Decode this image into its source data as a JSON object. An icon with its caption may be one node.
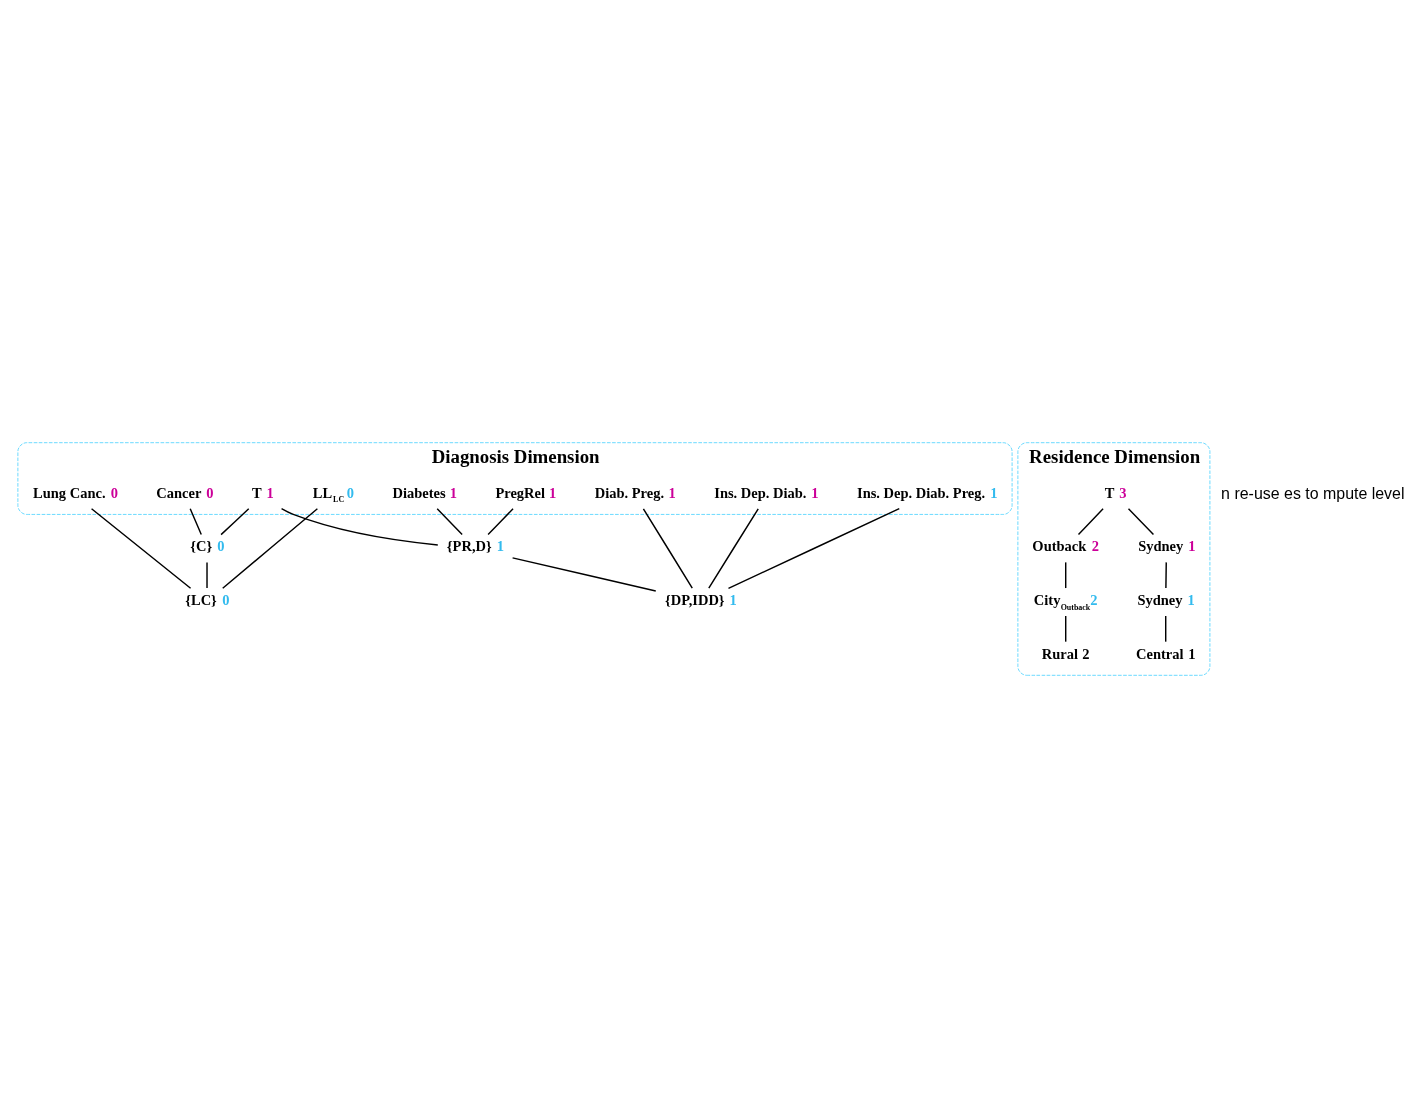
{
  "diagram": {
    "nodes": [
      {
        "text": [
          "Diagnosis Dimension"
        ]
      },
      {
        "text": [
          "T"
        ],
        "in": 0,
        "beside": [
          "1"
        ]
      },
      {
        "text": [
          "Cancer"
        ],
        "in": 0,
        "beside": [
          "0"
        ]
      },
      {
        "text": [
          "PregRel"
        ],
        "in": 0,
        "beside": [
          "1"
        ]
      },
      {
        "text": [
          "Diabetes"
        ],
        "in": 0,
        "beside": [
          "1"
        ]
      },
      {
        "text": [
          "{C}"
        ],
        "beside": [
          "0"
        ]
      },
      {
        "text": [
          "{PR,D}"
        ],
        "beside": [
          "1"
        ]
      },
      {
        "text": [
          "Lung Canc."
        ],
        "in": 0,
        "beside": [
          "0"
        ]
      },
      {
        "text": [
          "Diab. Preg."
        ],
        "in": 0,
        "beside": [
          "1"
        ]
      },
      {
        "text": [
          "Ins. Dep. Diab."
        ],
        "in": 0,
        "beside": [
          "1"
        ]
      },
      {
        "text": [
          "{LC}"
        ],
        "beside": [
          "0"
        ]
      },
      {
        "text": [
          "{DP,IDD}"
        ],
        "beside": [
          "1"
        ]
      },
      {
        "text": [
          "LL$_{LC}$"
        ],
        "in": 0,
        "beside": [
          "0"
        ]
      },
      {
        "text": [
          "Ins. Dep. Diab. Preg."
        ],
        "in": 0,
        "beside": [
          "1"
        ]
      },
      {
        "text": [
          "Residence Dimension"
        ]
      },
      {
        "text": [
          "T"
        ],
        "in": 14,
        "beside": [
          "3"
        ]
      },
      {
        "text": [
          "Sydney"
        ],
        "in": 14,
        "beside": [
          "1"
        ]
      },
      {
        "text": [
          "Outback"
        ],
        "in": 14,
        "beside": [
          "2"
        ]
      },
      {
        "text": [
          "Sydney"
        ],
        "in": 14,
        "beside": [
          "1"
        ]
      },
      {
        "text": [
          "City$_{Outback}$"
        ],
        "in": 14,
        "beside": [
          "2"
        ]
      },
      {
        "text": [
          "Central"
        ],
        "in": 14,
        "beside": [
          "1"
        ]
      },
      {
        "text": [
          "Rural"
        ],
        "in": 14,
        "beside": [
          "2"
        ]
      }
    ],
    "edges": [
      {
        "from": 1,
        "to": 5,
        "arrow": "none"
      },
      {
        "from": 1,
        "to": 6,
        "arrow": "none"
      },
      {
        "from": 2,
        "to": 5,
        "arrow": "none"
      },
      {
        "from": 4,
        "to": 6,
        "arrow": "none"
      },
      {
        "from": 3,
        "to": 6,
        "arrow": "none"
      },
      {
        "from": 5,
        "to": 10,
        "arrow": "none"
      },
      {
        "from": 7,
        "to": 10,
        "arrow": "none"
      },
      {
        "from": 6,
        "to": 11,
        "arrow": "none"
      },
      {
        "from": 8,
        "to": 11,
        "arrow": "none"
      },
      {
        "from": 9,
        "to": 11,
        "arrow": "none"
      },
      {
        "from": 10,
        "to": 12,
        "arrow": "none"
      },
      {
        "from": 11,
        "to": 13,
        "arrow": "none"
      },
      {
        "from": 15,
        "to": 16,
        "arrow": "none"
      },
      {
        "from": 15,
        "to": 17,
        "arrow": "none"
      },
      {
        "from": 16,
        "to": 18,
        "arrow": "none"
      },
      {
        "from": 17,
        "to": 19,
        "arrow": "none"
      },
      {
        "from": 18,
        "to": 20,
        "arrow": "none"
      },
      {
        "from": 19,
        "to": 21,
        "arrow": "none"
      }
    ],
    "labels": [
      "n re-use es to mpute level"
    ]
  }
}
